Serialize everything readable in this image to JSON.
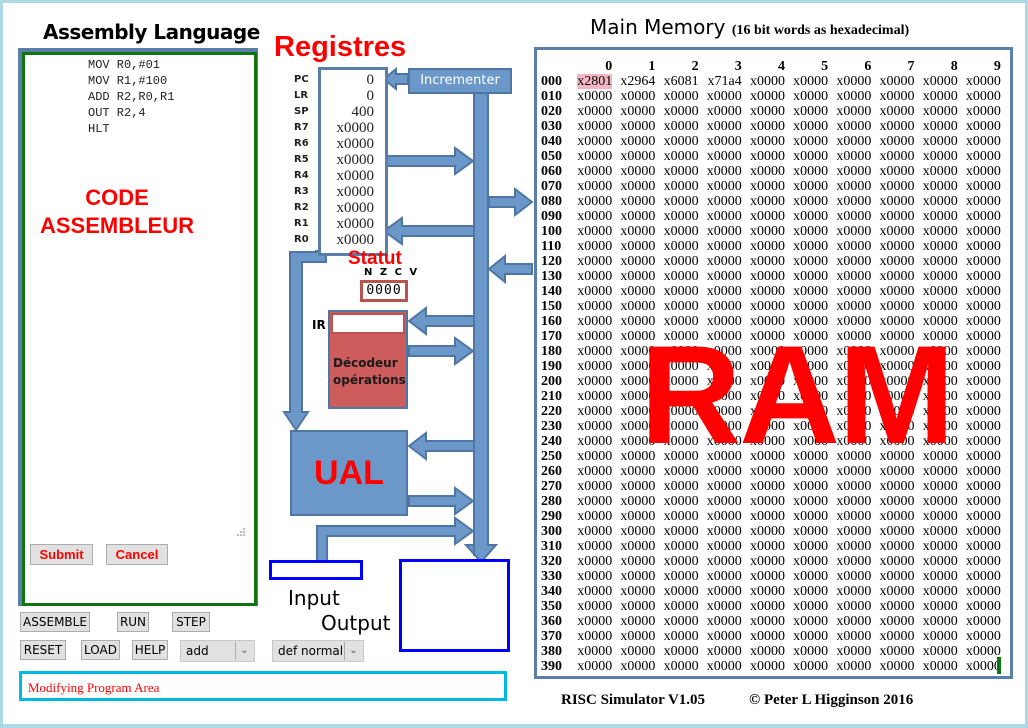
{
  "assembly": {
    "title": "Assembly Language",
    "code": "MOV R0,#01\nMOV R1,#100\nADD R2,R0,R1\nOUT R2,4\nHLT",
    "overlay_label_line1": "CODE",
    "overlay_label_line2": "ASSEMBLEUR",
    "submit_label": "Submit",
    "cancel_label": "Cancel"
  },
  "controls": {
    "assemble_label": "ASSEMBLE",
    "run_label": "RUN",
    "step_label": "STEP",
    "reset_label": "RESET",
    "load_label": "LOAD",
    "help_label": "HELP",
    "example_select": "add",
    "mode_select": "def normal"
  },
  "status": {
    "message": "Modifying Program Area"
  },
  "registers": {
    "title": "Registres",
    "items": [
      {
        "name": "PC",
        "value": "0"
      },
      {
        "name": "LR",
        "value": "0"
      },
      {
        "name": "SP",
        "value": "400"
      },
      {
        "name": "R7",
        "value": "x0000"
      },
      {
        "name": "R6",
        "value": "x0000"
      },
      {
        "name": "R5",
        "value": "x0000"
      },
      {
        "name": "R4",
        "value": "x0000"
      },
      {
        "name": "R3",
        "value": "x0000"
      },
      {
        "name": "R2",
        "value": "x0000"
      },
      {
        "name": "R1",
        "value": "x0000"
      },
      {
        "name": "R0",
        "value": "x0000"
      }
    ],
    "incrementer_label": "Incrementer"
  },
  "status_flags": {
    "title": "Statut",
    "labels": "N Z C V",
    "values": "0000"
  },
  "decoder": {
    "ir_label": "IR",
    "ir_value": "",
    "label_line1": "Décodeur",
    "label_line2": "opérations"
  },
  "alu": {
    "label": "UAL"
  },
  "io": {
    "input_label": "Input",
    "input_value": "",
    "output_label": "Output",
    "output_value": ""
  },
  "memory": {
    "title": "Main Memory",
    "subtitle": "(16 bit words as hexadecimal)",
    "overlay_label": "RAM",
    "columns": [
      "0",
      "1",
      "2",
      "3",
      "4",
      "5",
      "6",
      "7",
      "8",
      "9"
    ],
    "highlight_address": "000",
    "highlight_column": 0,
    "first_row": {
      "address": "000",
      "values": [
        "x2801",
        "x2964",
        "x6081",
        "x71a4",
        "x0000",
        "x0000",
        "x0000",
        "x0000",
        "x0000",
        "x0000"
      ]
    },
    "row_addresses": [
      "010",
      "020",
      "030",
      "040",
      "050",
      "060",
      "070",
      "080",
      "090",
      "100",
      "110",
      "120",
      "130",
      "140",
      "150",
      "160",
      "170",
      "180",
      "190",
      "200",
      "210",
      "220",
      "230",
      "240",
      "250",
      "260",
      "270",
      "280",
      "290",
      "300",
      "310",
      "320",
      "330",
      "340",
      "350",
      "360",
      "370",
      "380",
      "390"
    ],
    "empty_value": "x0000"
  },
  "footer": {
    "version": "RISC Simulator V1.05",
    "copyright": "© Peter L Higginson 2016"
  },
  "colors": {
    "bus": "#6b98c8",
    "bus_border": "#4f76a3",
    "accent_red": "#ff0000",
    "highlight": "#f4b6c2"
  }
}
